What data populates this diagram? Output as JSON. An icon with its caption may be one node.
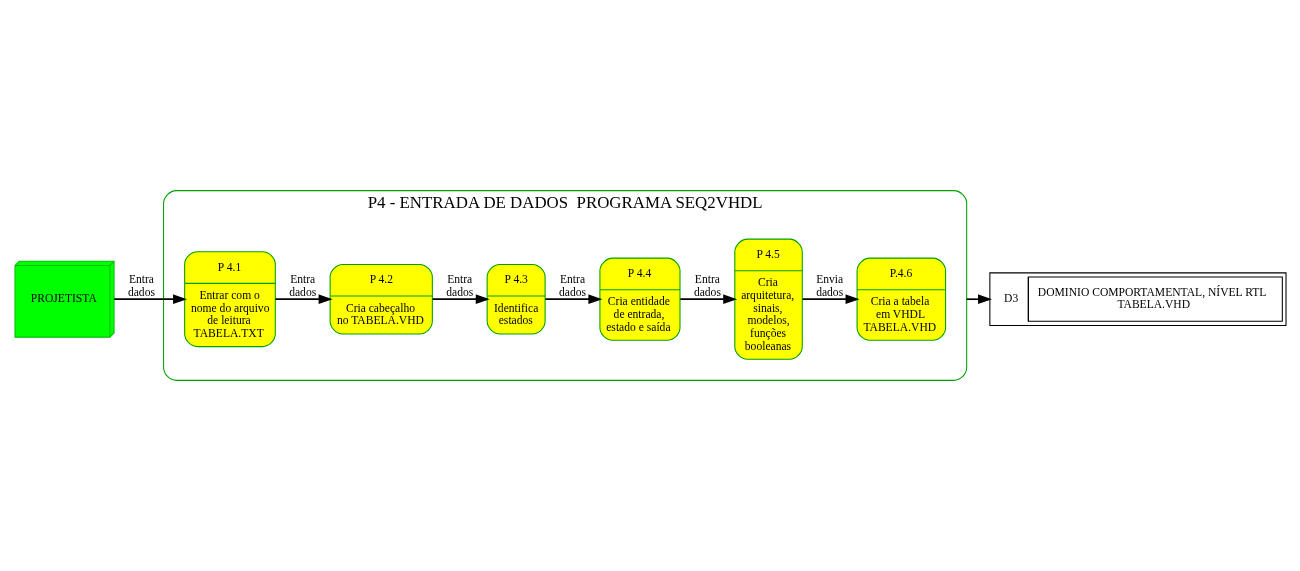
{
  "diagram": {
    "nodes": [
      {
        "text": [
          "PROJETISTA"
        ]
      },
      {
        "text": [
          "P4 - ENTRADA DE DADOS  PROGRAMA SEQ2VHDL"
        ]
      },
      {
        "text": [
          "P 4.1",
          "Entrar com o nome do arquivo de leitura TABELA.TXT"
        ],
        "in": 1
      },
      {
        "text": [
          "P 4.2",
          "Cria cabeçalho no TABELA.VHD"
        ],
        "in": 1
      },
      {
        "text": [
          "P 4.3",
          "Identifica estados"
        ],
        "in": 1
      },
      {
        "text": [
          "P 4.4",
          "Cria entidade de entrada, estado e saída"
        ],
        "in": 1
      },
      {
        "text": [
          "P 4.5",
          "Cria arquitetura, sinais, modelos, funções booleanas"
        ],
        "in": 1
      },
      {
        "text": [
          "P.4.6",
          "Cria a tabela em VHDL TABELA.VHD"
        ],
        "in": 1
      },
      {
        "text": [
          "D3",
          "DOMINIO COMPORTAMENTAL, NÍVEL RTL TABELA.VHD"
        ]
      }
    ],
    "edges": [
      {
        "from": 0,
        "to": 2,
        "arrow": "to",
        "label": "Entra dados"
      },
      {
        "from": 2,
        "to": 3,
        "arrow": "to",
        "label": "Entra dados"
      },
      {
        "from": 3,
        "to": 4,
        "arrow": "to",
        "label": "Entra dados"
      },
      {
        "from": 4,
        "to": 5,
        "arrow": "to",
        "label": "Entra dados"
      },
      {
        "from": 5,
        "to": 6,
        "arrow": "to",
        "label": "Entra dados"
      },
      {
        "from": 6,
        "to": 7,
        "arrow": "to",
        "label": "Envia dados"
      },
      {
        "from": 1,
        "to": 8,
        "arrow": "to"
      }
    ]
  }
}
